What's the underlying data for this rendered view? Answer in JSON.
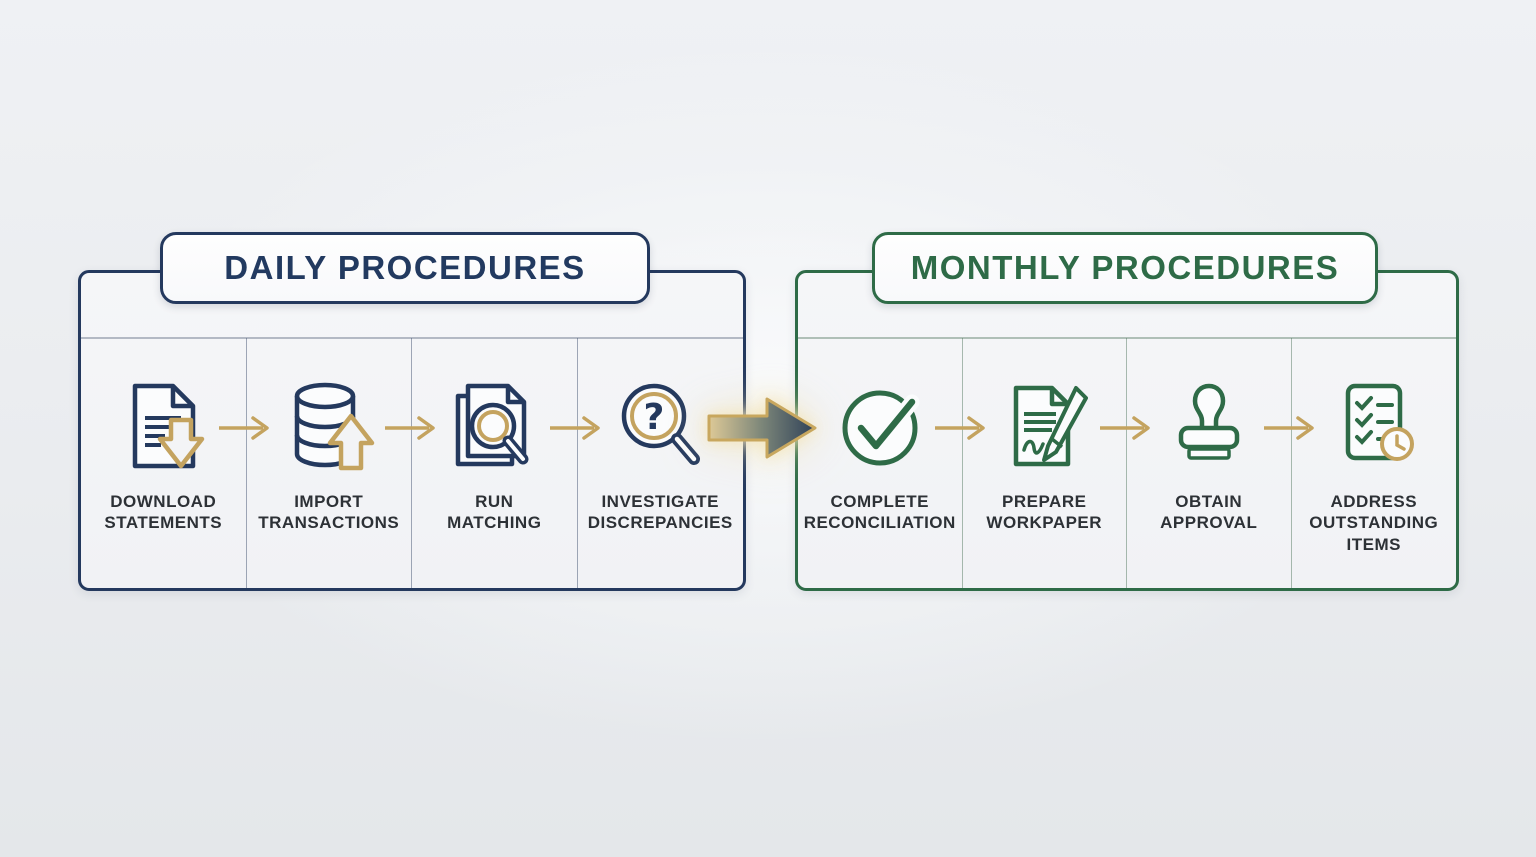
{
  "infographic": {
    "daily": {
      "title": "DAILY PROCEDURES",
      "accent_color": "#24395e",
      "steps": [
        {
          "icon": "document-download-icon",
          "label": "DOWNLOAD\nSTATEMENTS"
        },
        {
          "icon": "database-upload-icon",
          "label": "IMPORT\nTRANSACTIONS"
        },
        {
          "icon": "document-magnifier-icon",
          "label": "RUN\nMATCHING"
        },
        {
          "icon": "magnifier-question-icon",
          "label": "INVESTIGATE\nDISCREPANCIES"
        }
      ]
    },
    "monthly": {
      "title": "MONTHLY PROCEDURES",
      "accent_color": "#2e6b47",
      "steps": [
        {
          "icon": "check-circle-icon",
          "label": "COMPLETE\nRECONCILIATION"
        },
        {
          "icon": "document-pen-icon",
          "label": "PREPARE\nWORKPAPER"
        },
        {
          "icon": "stamp-icon",
          "label": "OBTAIN\nAPPROVAL"
        },
        {
          "icon": "checklist-clock-icon",
          "label": "ADDRESS\nOUTSTANDING\nITEMS"
        }
      ]
    },
    "colors": {
      "navy": "#24395e",
      "green": "#2e6b47",
      "gold": "#c4a35f",
      "label_text": "#2d3136",
      "panel_background": "#f3f4f6",
      "page_background": "#e9ebee"
    },
    "question_glyph": "?"
  }
}
